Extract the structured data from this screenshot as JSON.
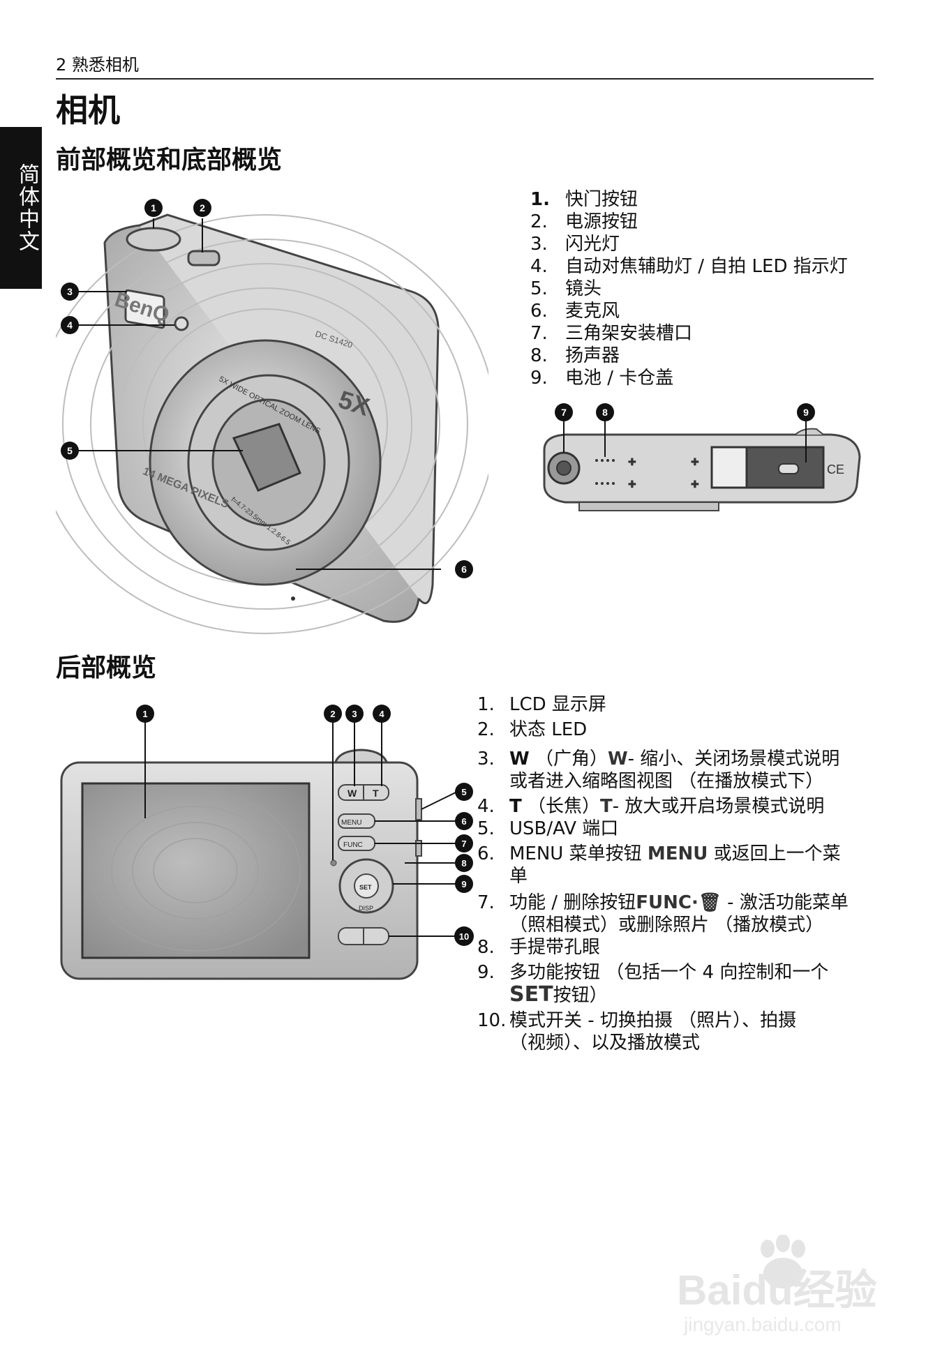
{
  "header": {
    "page_label": "2  熟悉相机"
  },
  "side_tab": "简体中文",
  "title": "相机",
  "front": {
    "heading": "前部概览和底部概览",
    "items": [
      {
        "num": "1.",
        "text": "快门按钮"
      },
      {
        "num": "2.",
        "text": "电源按钮"
      },
      {
        "num": "3.",
        "text": "闪光灯"
      },
      {
        "num": "4.",
        "text": "自动对焦辅助灯 / 自拍 LED 指示灯"
      },
      {
        "num": "5.",
        "text": "镜头"
      },
      {
        "num": "6.",
        "text": "麦克风"
      },
      {
        "num": "7.",
        "text": "三角架安装槽口"
      },
      {
        "num": "8.",
        "text": "扬声器"
      },
      {
        "num": "9.",
        "text": "电池 / 卡仓盖"
      }
    ],
    "callouts": [
      "1",
      "2",
      "3",
      "4",
      "5",
      "6"
    ],
    "bottom_callouts": [
      "7",
      "8",
      "9"
    ],
    "camera_text": {
      "brand": "BenQ",
      "zoom": "5X",
      "lens_ring": "5X WIDE OPTICAL ZOOM LENS",
      "lens_spec": "f=4.7-23.5mm 1:2.8-6.5",
      "model": "DC S1420",
      "pixels": "14 MEGA PIXELS"
    }
  },
  "rear": {
    "heading": "后部概览",
    "callouts": [
      "1",
      "2",
      "3",
      "4",
      "5",
      "6",
      "7",
      "8",
      "9",
      "10"
    ],
    "camera_text": {
      "w": "W",
      "t": "T",
      "menu": "MENU",
      "func": "FUNC",
      "set": "SET",
      "disp": "DISP"
    },
    "items": [
      {
        "num": "1.",
        "text": "LCD 显示屏"
      },
      {
        "num": "2.",
        "text": "状态 LED"
      },
      {
        "num": "3.",
        "bold": "W",
        "text": "（广角）",
        "glyph": "W",
        "text2": "- 缩小、关闭场景模式说明",
        "line2": "或者进入缩略图视图 （在播放模式下）"
      },
      {
        "num": "4.",
        "bold": "T",
        "text": "（长焦）",
        "glyph": "T",
        "text2": "- 放大或开启场景模式说明"
      },
      {
        "num": "5.",
        "text": "USB/AV 端口"
      },
      {
        "num": "6.",
        "text": "MENU 菜单按钮",
        "glyph": "MENU",
        "text2": "或返回上一个菜",
        "line2": "单"
      },
      {
        "num": "7.",
        "text": "功能 / 删除按钮",
        "glyph": "FUNC·🗑",
        "text2": "- 激活功能菜单",
        "line2": "（照相模式）或删除照片 （播放模式）"
      },
      {
        "num": "8.",
        "text": "手提带孔眼"
      },
      {
        "num": "9.",
        "text": "多功能按钮 （包括一个 4 向控制和一个",
        "line2_glyph": "SET",
        "line2": "按钮）"
      },
      {
        "num": "10.",
        "text": "模式开关 - 切换拍摄 （照片）、拍摄",
        "line2": "（视频）、以及播放模式"
      }
    ]
  },
  "watermark": {
    "brand": "Baidu经验",
    "url": "jingyan.baidu.com"
  }
}
